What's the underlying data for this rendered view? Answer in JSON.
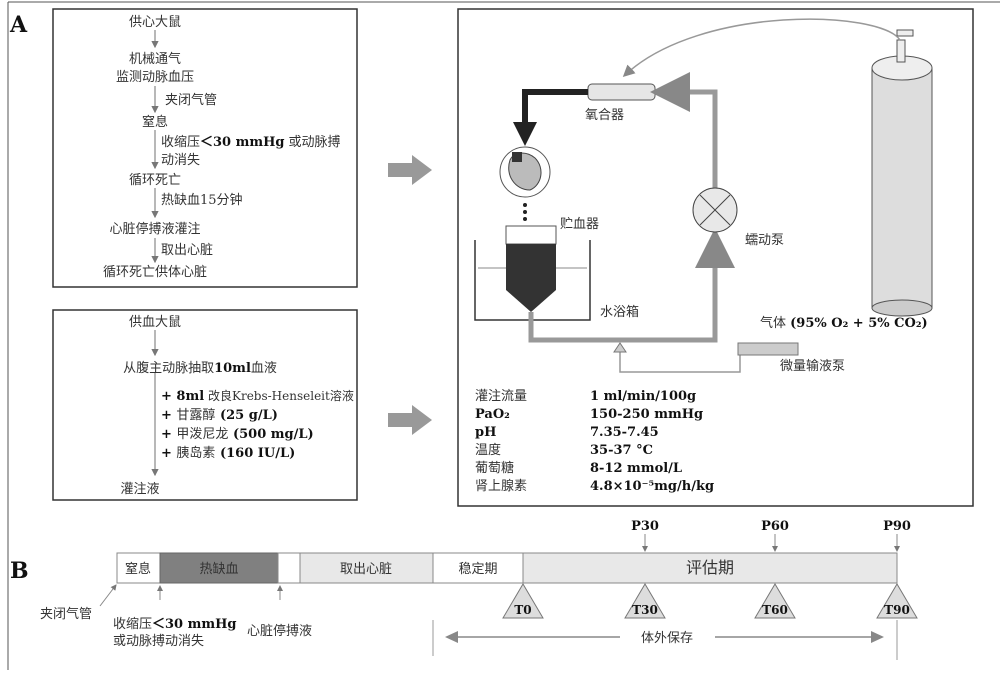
{
  "panel_a": {
    "label": "A",
    "donor_heart_flow": {
      "steps": [
        "供心大鼠",
        "机械通气",
        "监测动脉血压",
        "窒息",
        "循环死亡",
        "心脏停搏液灌注",
        "循环死亡供体心脏"
      ],
      "arrow_labels": {
        "clamp": "夹闭气管",
        "systolic_prefix": "收缩压",
        "systolic_value": "＜30 mmHg",
        "systolic_suffix": "或动脉搏",
        "systolic_line2": "动消失",
        "warm_ischemia": "热缺血15分钟",
        "remove_heart": "取出心脏"
      }
    },
    "perfusate_flow": {
      "start": "供血大鼠",
      "draw_prefix": "从腹主动脉抽取",
      "draw_value": "10ml",
      "draw_suffix": "血液",
      "additives": [
        {
          "amount": "+ 8ml",
          "name": " 改良Krebs-Henseleit溶液"
        },
        {
          "amount": "+ ",
          "name": "甘露醇",
          "conc": " (25 g/L)"
        },
        {
          "amount": "+ ",
          "name": "甲泼尼龙",
          "conc": " (500 mg/L)"
        },
        {
          "amount": "+ ",
          "name": "胰岛素",
          "conc": " (160 IU/L)"
        }
      ],
      "end": "灌注液"
    },
    "apparatus": {
      "oxygenator": "氧合器",
      "reservoir": "贮血器",
      "water_bath": "水浴箱",
      "peristaltic_pump": "蠕动泵",
      "micro_pump": "微量输液泵",
      "gas_prefix": "气体 ",
      "gas_value": "(95% O₂ + 5% CO₂)"
    },
    "parameters": [
      {
        "name": "灌注流量",
        "value": "1 ml/min/100g"
      },
      {
        "name": "PaO₂",
        "value": "150-250 mmHg"
      },
      {
        "name": "pH",
        "value": "7.35-7.45"
      },
      {
        "name": "温度",
        "value": "35-37 °C"
      },
      {
        "name": "葡萄糖",
        "value": "8-12 mmol/L"
      },
      {
        "name": "肾上腺素",
        "value": "4.8×10⁻⁵mg/h/kg"
      }
    ]
  },
  "panel_b": {
    "label": "B",
    "segments": [
      "窒息",
      "热缺血",
      "",
      "取出心脏",
      "稳定期",
      "评估期"
    ],
    "p_markers": [
      "P30",
      "P60",
      "P90"
    ],
    "t_markers": [
      "T0",
      "T30",
      "T60",
      "T90"
    ],
    "annotations": {
      "clamp": "夹闭气管",
      "systolic_line1_prefix": "收缩压",
      "systolic_line1_value": "＜30 mmHg",
      "systolic_line2": "或动脉搏动消失",
      "cardioplegia": "心脏停搏液",
      "ex_vivo": "体外保存"
    },
    "colors": {
      "warm_ischemia": "#808080",
      "light": "#e8e8e8",
      "white": "#ffffff"
    }
  }
}
